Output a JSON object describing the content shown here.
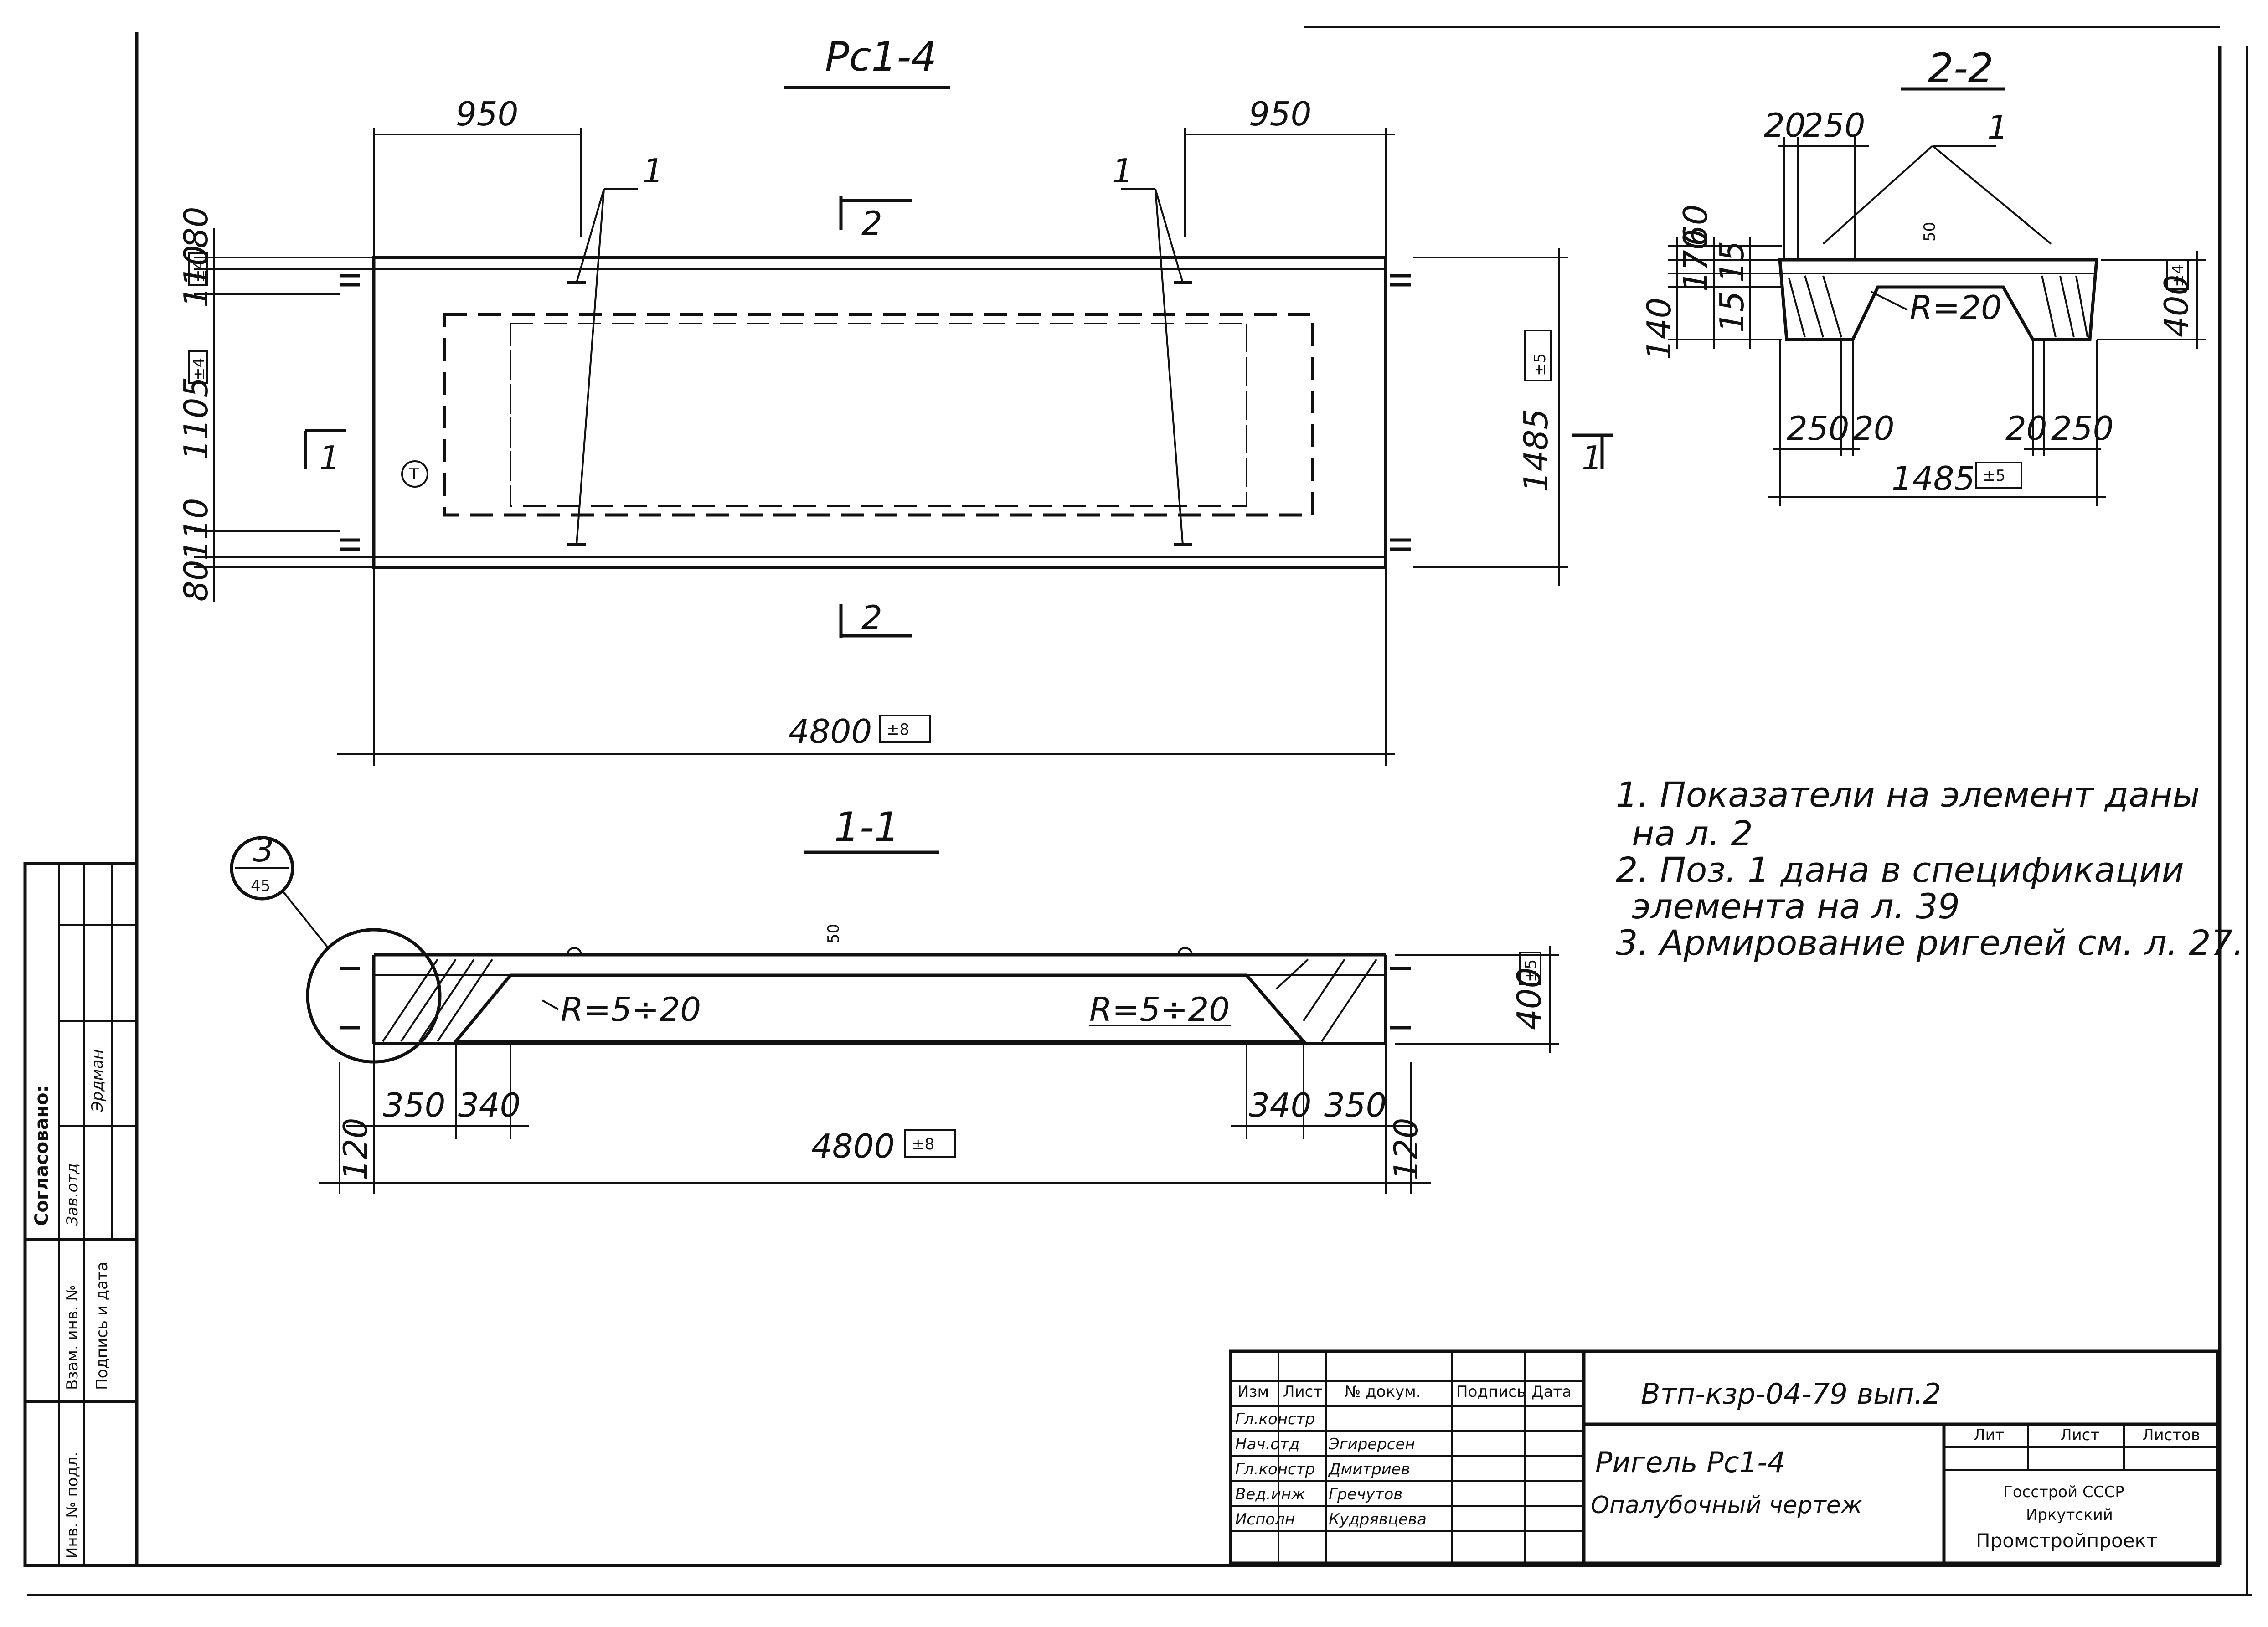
{
  "views": {
    "plan": {
      "title": "Рс1-4"
    },
    "section_1": {
      "title": "1-1"
    },
    "section_2": {
      "title": "2-2"
    }
  },
  "dimensions": {
    "plan": {
      "left_offset": "950",
      "right_offset": "950",
      "length": "4800",
      "length_tol": "±8",
      "width": "1485",
      "width_tol": "±5",
      "inner": "1105",
      "inner_tol": "±4",
      "edge_a": "110",
      "edge_a_tol": "±4",
      "edge_b": "80",
      "edge_c": "80",
      "edge_d": "110"
    },
    "section_1": {
      "height": "400",
      "height_tol": "±5",
      "left_a": "350",
      "left_b": "340",
      "right_a": "340",
      "right_b": "350",
      "total": "4800",
      "total_tol": "±8",
      "end_left": "120",
      "end_right": "120",
      "radius_left": "R=5÷20",
      "radius_right": "R=5÷20",
      "slab": "50"
    },
    "section_2": {
      "top_a": "20",
      "top_b": "250",
      "left_a": "140",
      "left_b": "170",
      "left_c": "60",
      "left_d": "15",
      "left_e": "15",
      "slab": "50",
      "radius": "R=20",
      "height": "400",
      "height_tol": "±4",
      "bottom_a": "250",
      "bottom_b": "20",
      "bottom_c": "20",
      "bottom_d": "250",
      "width": "1485",
      "width_tol": "±5"
    }
  },
  "markers": {
    "position_1a": "1",
    "position_1b": "1",
    "position_1c": "1",
    "section_2_top": "2",
    "section_2_bottom": "2",
    "section_1_left": "1",
    "section_1_right": "1",
    "mark_t": "Т",
    "detail_num": "3",
    "detail_sheet": "45"
  },
  "notes": [
    "1. Показатели на элемент даны",
    "на л. 2",
    "2. Поз. 1 дана в спецификации",
    "элемента на л. 39",
    "3. Армирование ригелей см. л. 27."
  ],
  "side_stamp": {
    "approved": "Согласовано:",
    "row1_a": "Зав.отд",
    "row1_b": "Эрдман",
    "row2": "Взам. инв. №",
    "row3": "Подпись и дата",
    "row4": "Инв. № подл."
  },
  "title_block": {
    "doc_code": "Втп-кзр-04-79 вып.2",
    "item_name": "Ригель Рс1-4",
    "drawing_type": "Опалубочный чертеж",
    "head_izm": "Изм",
    "head_list": "Лист",
    "head_doc": "№ докум.",
    "head_sign": "Подпись",
    "head_date": "Дата",
    "row1": "Гл.констр",
    "row2": "Нач.отд",
    "row3": "Гл.констр",
    "row4": "Вед.инж",
    "row5": "Исполн",
    "name2": "Эгирерсен",
    "name3": "Дмитриев",
    "name4": "Гречутов",
    "name5": "Кудрявцева",
    "col_lit": "Лит",
    "col_sheet": "Лист",
    "col_sheets": "Листов",
    "org_line1": "Госстрой СССР",
    "org_line2": "Иркутский",
    "org_line3": "Промстройпроект"
  }
}
